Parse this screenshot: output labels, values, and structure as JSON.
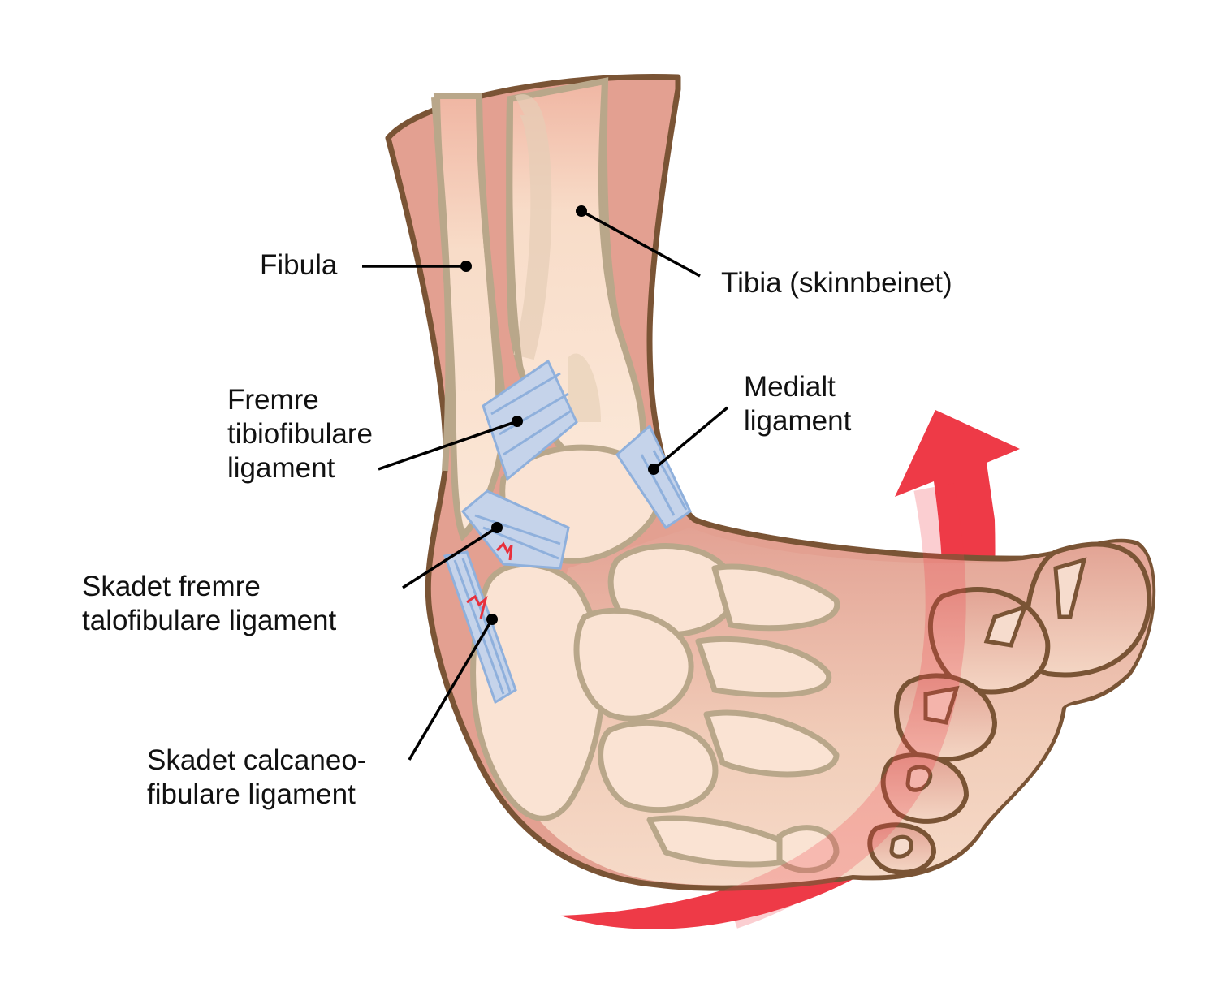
{
  "diagram": {
    "subject": "ankle-sprain-inversion",
    "colors": {
      "skin_outline": "#7a5435",
      "muscle": "#e3a091",
      "bone_fill": "#fae3d3",
      "bone_outline": "#b9a78a",
      "ligament": "#c5d3ea",
      "ligament_line": "#8fb0dc",
      "tear": "#e8303c",
      "arrow": "#ee3a47",
      "leader_line": "#000000"
    }
  },
  "labels": {
    "fibula": {
      "lines": [
        "Fibula"
      ]
    },
    "tibia": {
      "lines": [
        "Tibia (skinnbeinet)"
      ]
    },
    "anterior_tibiofibular": {
      "lines": [
        "Fremre",
        "tibiofibulare",
        "ligament"
      ]
    },
    "medial": {
      "lines": [
        "Medialt",
        "ligament"
      ]
    },
    "anterior_talofibular": {
      "lines": [
        "Skadet fremre",
        "talofibulare ligament"
      ]
    },
    "calcaneofibular": {
      "lines": [
        "Skadet calcaneo-",
        "fibulare ligament"
      ]
    }
  },
  "annotations": {
    "rotation_arrow": "inversion-direction-arrow"
  }
}
